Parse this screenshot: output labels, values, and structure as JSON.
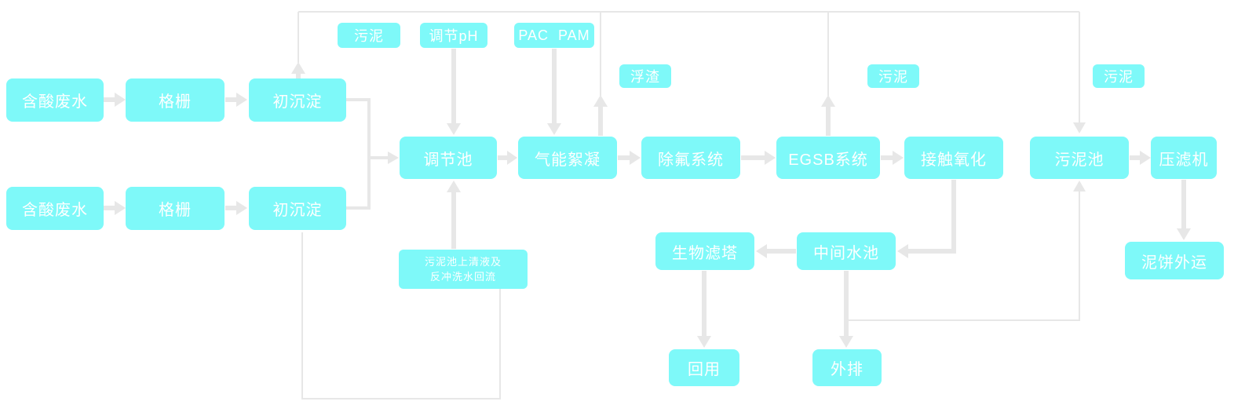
{
  "diagram": {
    "type": "flowchart",
    "language": "zh-CN",
    "colors": {
      "box": "#7ef9f9",
      "text": "#ffffff",
      "line": "#e7e7e7",
      "background": "#ffffff"
    },
    "nodes": {
      "acid_wastewater_1": "含酸废水",
      "bar_screen_1": "格栅",
      "primary_sedimentation_1": "初沉淀",
      "acid_wastewater_2": "含酸废水",
      "bar_screen_2": "格栅",
      "primary_sedimentation_2": "初沉淀",
      "regulating_tank": "调节池",
      "air_flocculation": "气能絮凝",
      "fluoride_removal": "除氟系统",
      "egsb_system": "EGSB系统",
      "contact_oxidation": "接触氧化",
      "sludge_tank": "污泥池",
      "filter_press": "压滤机",
      "biological_filter": "生物滤塔",
      "intermediate_tank": "中间水池",
      "mud_cake_out": "泥饼外运",
      "reuse": "回用",
      "discharge": "外排"
    },
    "labels": {
      "sludge_primary": "污泥",
      "adjust_ph": "调节pH",
      "pac_pam": "PAC  PAM",
      "scum": "浮渣",
      "sludge_egsb": "污泥",
      "sludge_right": "污泥",
      "return_note_line1": "污泥池上清液及",
      "return_note_line2": "反冲洗水回流"
    }
  }
}
